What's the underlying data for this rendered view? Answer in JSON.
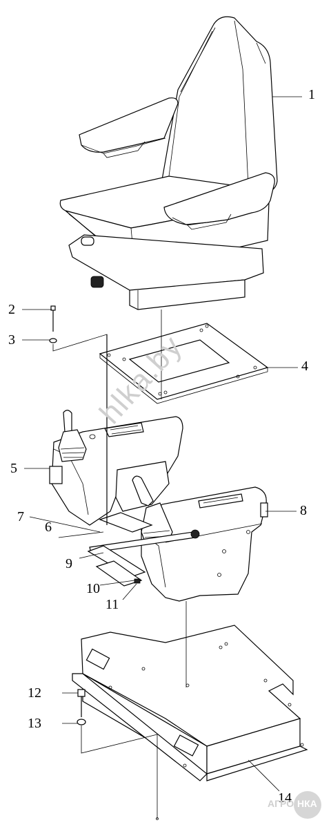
{
  "callouts": [
    {
      "id": "1",
      "text": "1"
    },
    {
      "id": "2",
      "text": "2"
    },
    {
      "id": "3",
      "text": "3"
    },
    {
      "id": "4",
      "text": "4"
    },
    {
      "id": "5",
      "text": "5"
    },
    {
      "id": "6",
      "text": "6"
    },
    {
      "id": "7",
      "text": "7"
    },
    {
      "id": "8",
      "text": "8"
    },
    {
      "id": "9",
      "text": "9"
    },
    {
      "id": "10",
      "text": "10"
    },
    {
      "id": "11",
      "text": "11"
    },
    {
      "id": "12",
      "text": "12"
    },
    {
      "id": "13",
      "text": "13"
    },
    {
      "id": "14",
      "text": "14"
    }
  ],
  "watermark": {
    "diagonal_text": "hlka.by",
    "logo_text_left": "АГРО",
    "logo_text_right": "НКА",
    "color": "#cfcfcf"
  }
}
